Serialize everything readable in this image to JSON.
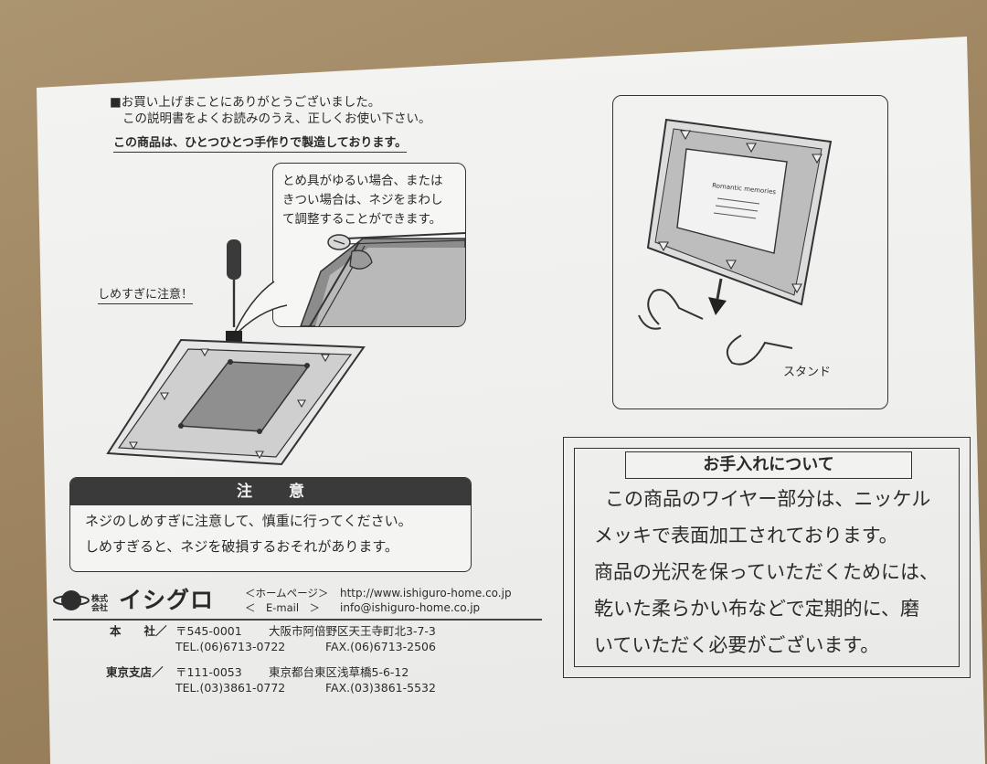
{
  "intro": {
    "line1": "■お買い上げまことにありがとうございました。",
    "line2": "この説明書をよくお読みのうえ、正しくお使い下さい。",
    "handmade": "この商品は、ひとつひとつ手作りで製造しております。"
  },
  "callout": {
    "line1": "とめ具がゆるい場合、または",
    "line2": "きつい場合は、ネジをまわし",
    "line3": "て調整することができます。"
  },
  "overtighten_label": "しめすぎに注意！",
  "caution": {
    "heading": "注意",
    "line1": "ネジのしめすぎに注意して、慎重に行ってください。",
    "line2": "しめすぎると、ネジを破損するおそれがあります。"
  },
  "stand_figure": {
    "frame_text": "Romantic memories",
    "stand_label": "スタンド"
  },
  "care": {
    "title": "お手入れについて",
    "line1": "この商品のワイヤー部分は、ニッケル",
    "line2": "メッキで表面加工されております。",
    "line3": "商品の光沢を保っていただくためには、",
    "line4": "乾いた柔らかい布などで定期的に、磨",
    "line5": "いていただく必要がございます。"
  },
  "company": {
    "prefix": "株式会社",
    "name": "イシグロ",
    "homepage_label": "＜ホームページ＞",
    "homepage_url": "http://www.ishiguro-home.co.jp",
    "email_label": "＜　E-mail　＞",
    "email": "info@ishiguro-home.co.jp",
    "head_office_label": "本　　社／",
    "head_office_postal": "〒545-0001",
    "head_office_address": "大阪市阿倍野区天王寺町北3-7-3",
    "head_office_tel": "TEL.(06)6713-0722",
    "head_office_fax": "FAX.(06)6713-2506",
    "tokyo_label": "東京支店／",
    "tokyo_postal": "〒111-0053",
    "tokyo_address": "東京都台東区浅草橋5-6-12",
    "tokyo_tel": "TEL.(03)3861-0772",
    "tokyo_fax": "FAX.(03)3861-5532"
  }
}
